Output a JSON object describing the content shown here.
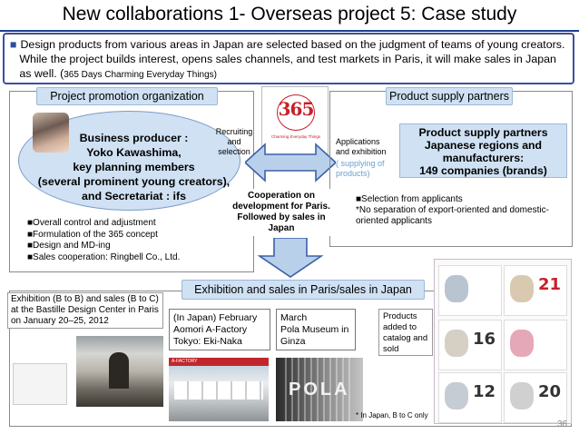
{
  "slide": {
    "title": "New collaborations 1- Overseas project 5: Case study",
    "page_number": "36"
  },
  "intro": {
    "bullet": "■",
    "line1": "Design products from various areas in Japan are selected based on the judgment of teams of young creators.",
    "line2": "While the project builds interest, opens sales channels, and test markets in Paris, it will make sales in Japan",
    "line3_main": "as well.  (",
    "line3_small": "365 Days    Charming Everyday Things)"
  },
  "promotion": {
    "label": "Project promotion organization",
    "producer_lines": [
      "Business producer :",
      "Yoko Kawashima,",
      "key planning members",
      "(several prominent young creators),",
      "and Secretariat : ifs"
    ],
    "list": [
      "■Overall control and adjustment",
      "■Formulation of the 365 concept",
      "■Design and MD-ing",
      "■Sales cooperation: Ringbell Co., Ltd."
    ]
  },
  "middle": {
    "recruit_lines": [
      "Recruiting",
      "and",
      "selection"
    ],
    "logo_number": "365",
    "logo_sub": "Charming Everyday Things",
    "applications_lines": [
      "Applications",
      "and exhibition"
    ],
    "supplying_lines": [
      "( supplying of",
      "products)"
    ],
    "cooperation_lines": [
      "Cooperation on",
      "development for Paris.",
      "Followed by sales in",
      "Japan"
    ]
  },
  "supply": {
    "label": "Product supply partners",
    "inner_lines": [
      "Product supply partners",
      "Japanese regions and",
      "manufacturers:",
      "149 companies (brands)"
    ],
    "selection_lines": [
      "■Selection from applicants",
      "*No separation of export-oriented and domestic-",
      "oriented applicants"
    ]
  },
  "exhibition": {
    "label": "Exhibition and sales in Paris/sales in Japan",
    "bastille": "Exhibition (B to B) and sales (B to C) at the Bastille Design Center in Paris on January 20–25, 2012",
    "japan_lines": [
      "(In Japan) February",
      "Aomori A-Factory",
      "Tokyo: Eki-Naka"
    ],
    "march_lines": [
      "March",
      "Pola Museum in",
      "Ginza"
    ],
    "products_lines": [
      "Products",
      "added to",
      "catalog and",
      "sold"
    ],
    "note": "* In Japan, B to C only",
    "pola_word": "POLA",
    "afactory_bar": "A-FACTORY",
    "catalog_numbers": [
      "21",
      "16",
      "12",
      "20"
    ]
  },
  "colors": {
    "title_rule": "#1f3f8f",
    "label_fill": "#cfe1f3",
    "arrow_fill": "#b9d0eb",
    "logo_red": "#c8202a"
  }
}
